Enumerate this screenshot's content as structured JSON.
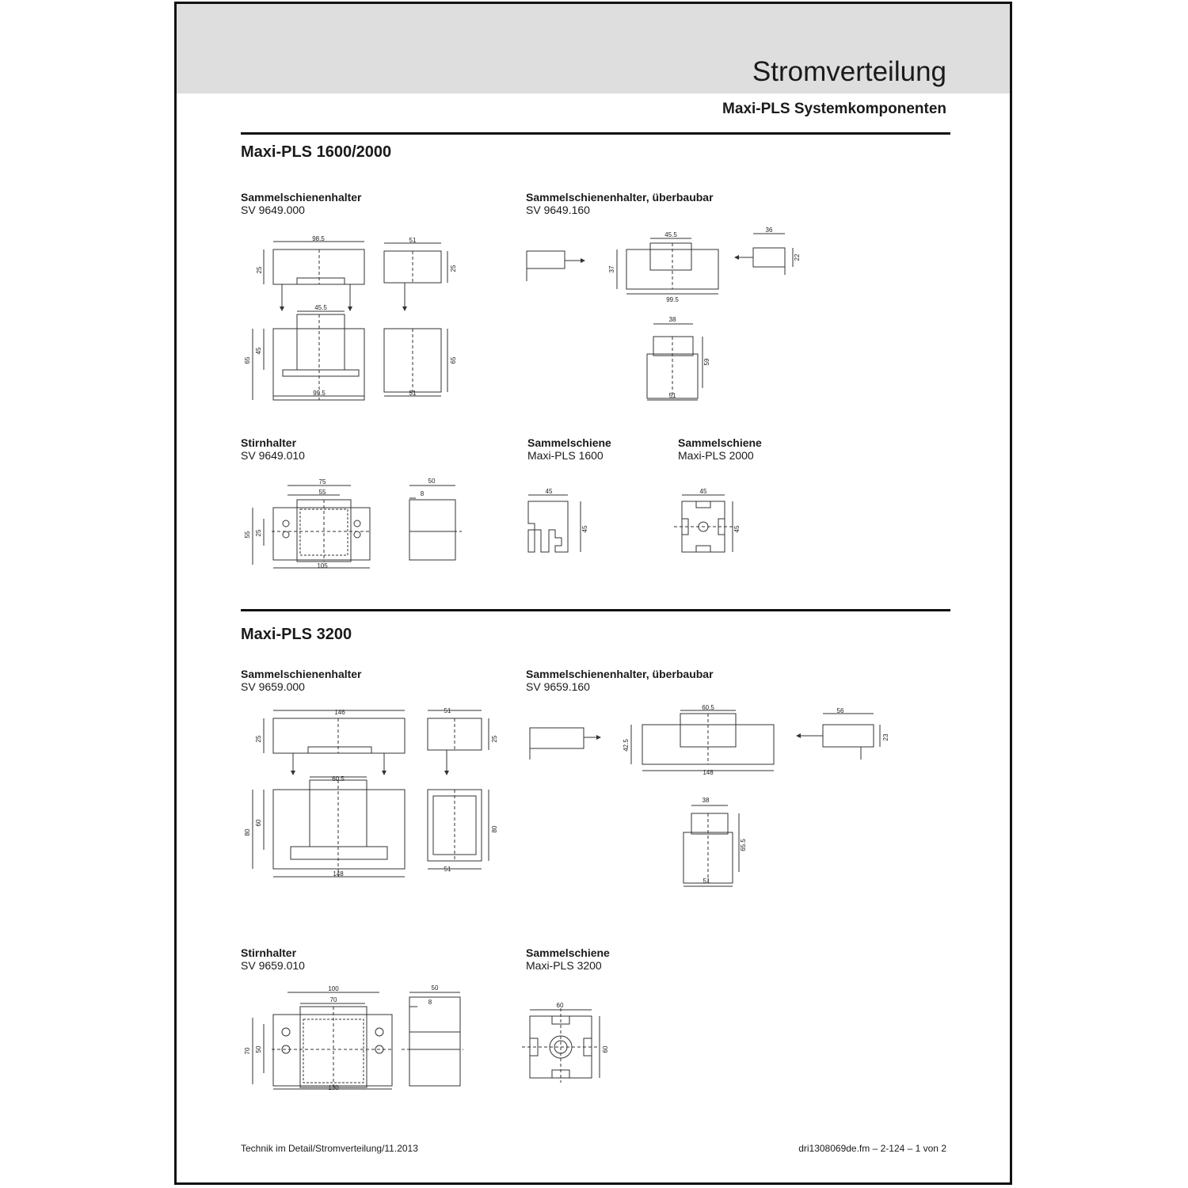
{
  "header": {
    "title": "Stromverteilung",
    "subtitle": "Maxi-PLS Systemkomponenten"
  },
  "sections": [
    {
      "title": "Maxi-PLS 1600/2000",
      "items": [
        {
          "name": "Sammelschienenhalter",
          "code": "SV 9649.000"
        },
        {
          "name": "Sammelschienenhalter, überbaubar",
          "code": "SV 9649.160"
        },
        {
          "name": "Stirnhalter",
          "code": "SV 9649.010"
        },
        {
          "name": "Sammelschiene",
          "code": "Maxi-PLS 1600"
        },
        {
          "name": "Sammelschiene",
          "code": "Maxi-PLS 2000"
        }
      ]
    },
    {
      "title": "Maxi-PLS 3200",
      "items": [
        {
          "name": "Sammelschienenhalter",
          "code": "SV 9659.000"
        },
        {
          "name": "Sammelschienenhalter, überbaubar",
          "code": "SV 9659.160"
        },
        {
          "name": "Stirnhalter",
          "code": "SV 9659.010"
        },
        {
          "name": "Sammelschiene",
          "code": "Maxi-PLS 3200"
        }
      ]
    }
  ],
  "dims": {
    "s1_holder": [
      "98.5",
      "25",
      "51",
      "25",
      "45.5",
      "65",
      "45",
      "99.5",
      "65",
      "51"
    ],
    "s1_holder_over": [
      "45.5",
      "37",
      "99.5",
      "36",
      "22",
      "38",
      "59",
      "51"
    ],
    "s1_stirn": [
      "75",
      "55",
      "55",
      "25",
      "105",
      "50",
      "8"
    ],
    "s1_rail1600": [
      "45",
      "45"
    ],
    "s1_rail2000": [
      "45",
      "45"
    ],
    "s2_holder": [
      "146",
      "25",
      "51",
      "25",
      "60.5",
      "80",
      "60",
      "148",
      "80",
      "51"
    ],
    "s2_holder_over": [
      "60.5",
      "42.5",
      "148",
      "56",
      "23",
      "38",
      "65.5",
      "51"
    ],
    "s2_stirn": [
      "100",
      "70",
      "70",
      "50",
      "130",
      "50",
      "8"
    ],
    "s2_rail3200": [
      "60",
      "60"
    ]
  },
  "footer": {
    "left": "Technik im Detail/Stromverteilung/11.2013",
    "right": "dri1308069de.fm – 2-124 – 1 von 2"
  }
}
